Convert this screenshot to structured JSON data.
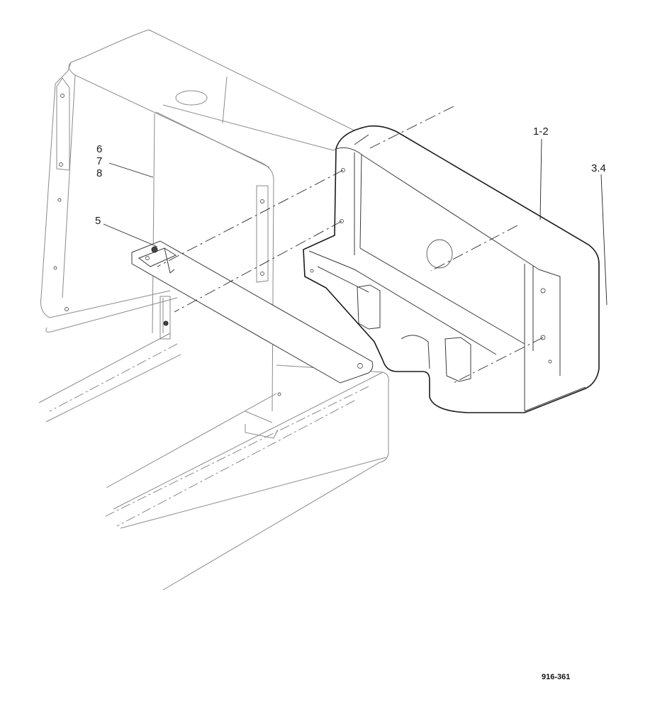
{
  "callouts": {
    "c1": "1-2",
    "c2": "3.4",
    "c3": "5",
    "c4": "6",
    "c5": "7",
    "c6": "8"
  },
  "figure_ref": "916-361"
}
